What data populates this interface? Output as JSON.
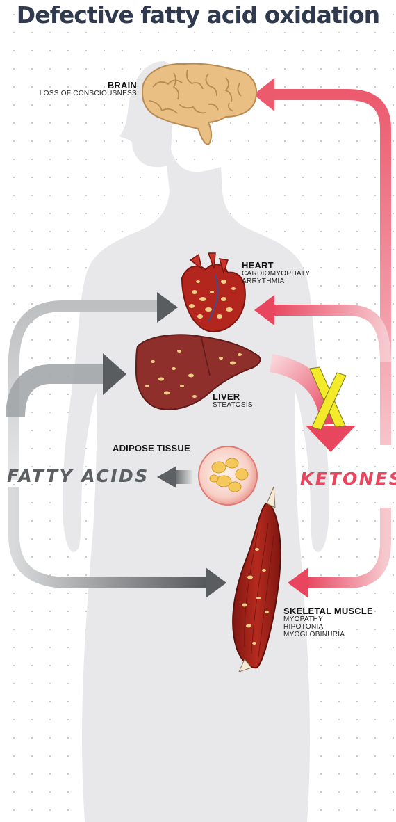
{
  "title": "Defective fatty acid oxidation",
  "organs": {
    "brain": {
      "name": "BRAIN",
      "symptoms": [
        "LOSS OF CONSCIOUSNESS"
      ]
    },
    "heart": {
      "name": "HEART",
      "symptoms": [
        "CARDIOMYOPHATY",
        "ARRYTHMIA"
      ]
    },
    "liver": {
      "name": "LIVER",
      "symptoms": [
        "STEATOSIS"
      ]
    },
    "adipose": {
      "name": "ADIPOSE TISSUE",
      "symptoms": []
    },
    "muscle": {
      "name": "SKELETAL MUSCLE",
      "symptoms": [
        "MYOPATHY",
        "HIPOTONIA",
        "MYOGLOBINURIA"
      ]
    }
  },
  "fatty_acids": {
    "label": "FATTY ACIDS",
    "color": "#5d6062"
  },
  "ketones": {
    "label": "KETONES",
    "color": "#e8455e"
  },
  "colors": {
    "title": "#2f3a4f",
    "silhouette": "#e8e8ea",
    "organ_red": "#b3261e",
    "liver": "#8f2f2c",
    "fat": "#f2cf86",
    "brain": "#e9bf84",
    "block_x": "#f3ea2a"
  }
}
